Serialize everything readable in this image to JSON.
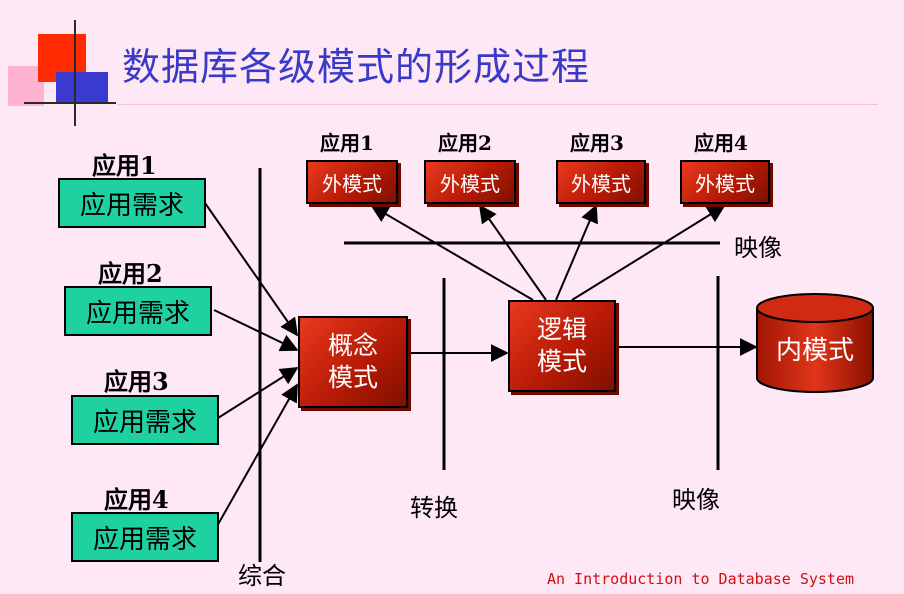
{
  "title": "数据库各级模式的形成过程",
  "applications": [
    {
      "label": "应用1",
      "requirement": "应用需求"
    },
    {
      "label": "应用2",
      "requirement": "应用需求"
    },
    {
      "label": "应用3",
      "requirement": "应用需求"
    },
    {
      "label": "应用4",
      "requirement": "应用需求"
    }
  ],
  "external_schemas": [
    {
      "label": "应用1",
      "box": "外模式"
    },
    {
      "label": "应用2",
      "box": "外模式"
    },
    {
      "label": "应用3",
      "box": "外模式"
    },
    {
      "label": "应用4",
      "box": "外模式"
    }
  ],
  "conceptual_model": {
    "line1": "概念",
    "line2": "模式"
  },
  "logical_schema": {
    "line1": "逻辑",
    "line2": "模式"
  },
  "internal_schema": "内模式",
  "labels": {
    "synthesis": "综合",
    "conversion": "转换",
    "mapping_top": "映像",
    "mapping_bottom": "映像"
  },
  "footer": "An Introduction to Database System",
  "colors": {
    "title": "#3a3ac8",
    "requirement_box": "#1fd1a1",
    "schema_box": "#c0200a",
    "background": "#ffe8f5",
    "footer": "#d01010"
  }
}
